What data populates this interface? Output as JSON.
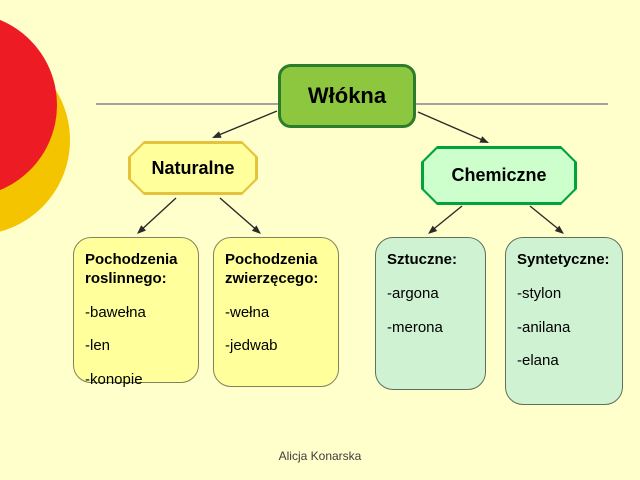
{
  "slide": {
    "background_color": "#FFFFCC",
    "credit": "Alicja Konarska",
    "decor": {
      "red_circle_color": "#ED1C24",
      "yellow_circle_color": "#F5C400",
      "divider_line_color": "#A3A3A3"
    }
  },
  "diagram": {
    "root": {
      "label": "Włókna",
      "fill": "#8DC63F",
      "border": "#2C7D2B"
    },
    "branches": [
      {
        "label": "Naturalne",
        "fill": "#FFFF9C",
        "border": "#E6C23C"
      },
      {
        "label": "Chemiczne",
        "fill": "#CCFFCC",
        "border": "#00A33C"
      }
    ],
    "leaves": [
      {
        "title": "Pochodzenia roslinnego:",
        "items": [
          "-bawełna",
          "-len",
          "-konopie"
        ],
        "fill": "#FFFF9C"
      },
      {
        "title": "Pochodzenia zwierzęcego:",
        "items": [
          "-wełna",
          "-jedwab"
        ],
        "fill": "#FFFF9C"
      },
      {
        "title": "Sztuczne:",
        "items": [
          "-argona",
          "-merona"
        ],
        "fill": "#CCFFCC"
      },
      {
        "title": "Syntetyczne:",
        "items": [
          "-stylon",
          "-anilana",
          "-elana"
        ],
        "fill": "#CCFFCC"
      }
    ]
  }
}
